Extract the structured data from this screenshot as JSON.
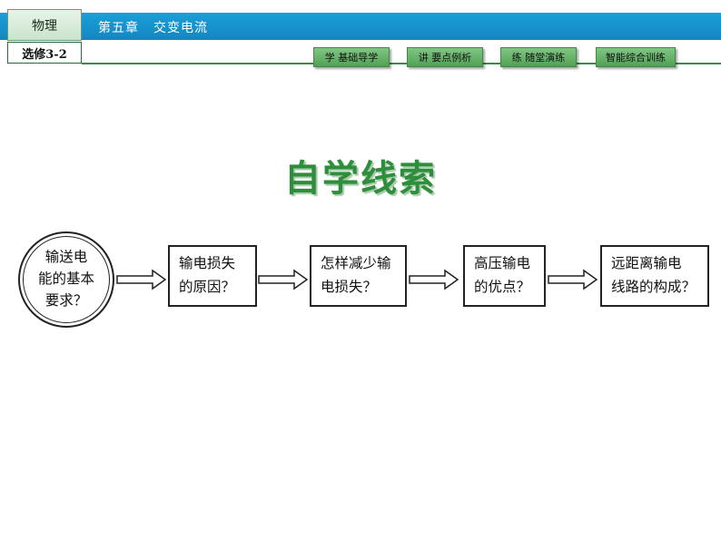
{
  "header": {
    "subject": "物理",
    "chapter": "第五章",
    "chapter_title": "交变电流",
    "edition": "选修3-2"
  },
  "nav": [
    {
      "label": "学  基础导学"
    },
    {
      "label": "讲  要点例析"
    },
    {
      "label": "练  随堂演练"
    },
    {
      "label": "智能综合训练"
    }
  ],
  "title": "自学线索",
  "flow": {
    "start": [
      "输送电",
      "能的基本",
      "要求？"
    ],
    "steps": [
      [
        "输电损失",
        "的原因？"
      ],
      [
        "怎样减少输",
        "电损失？"
      ],
      [
        "高压输电",
        "的优点？"
      ],
      [
        "远距离输电",
        "线路的构成？"
      ]
    ]
  },
  "colors": {
    "header_blue": "#1486c2",
    "nav_green": "#4fa255",
    "title_green": "#2f8e3b"
  }
}
